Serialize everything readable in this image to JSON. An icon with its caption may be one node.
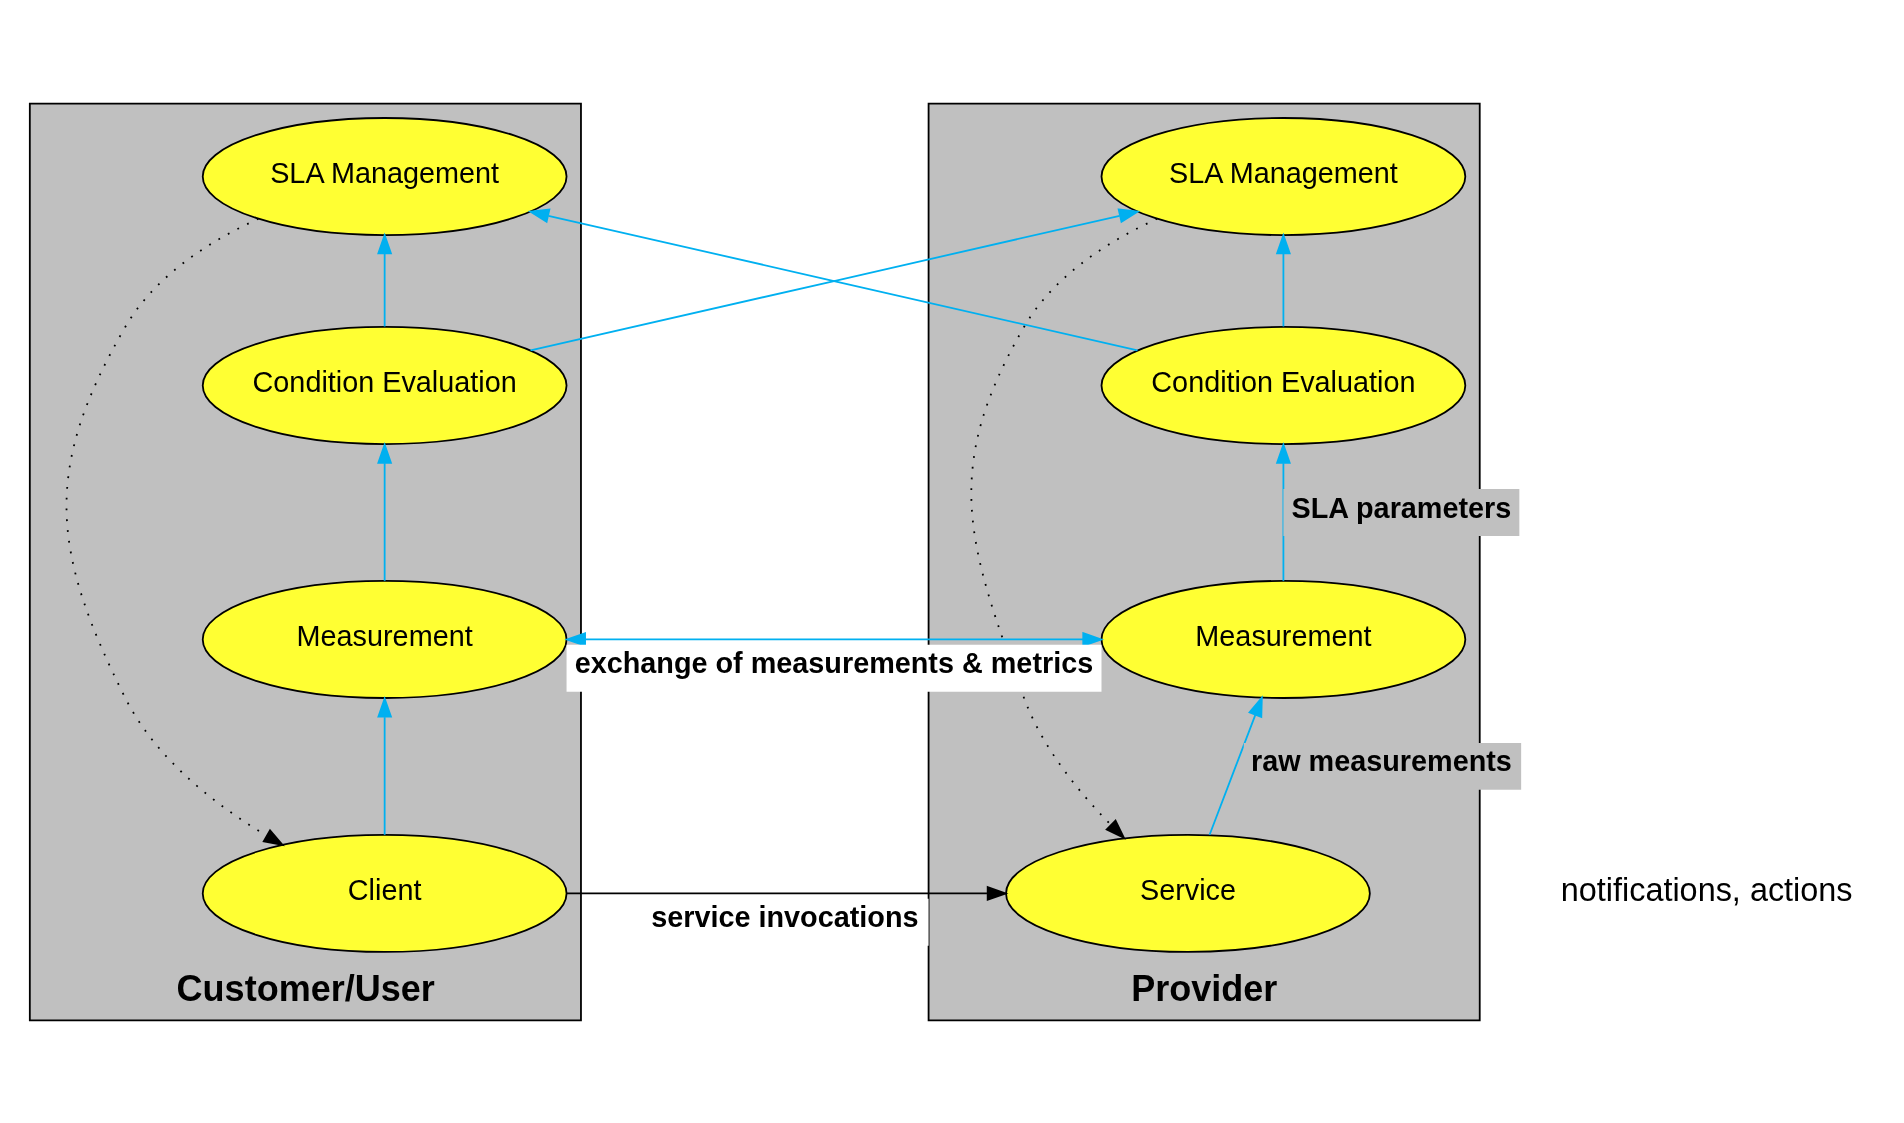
{
  "diagram": {
    "nodes": [
      {
        "text": [
          "Customer/User"
        ]
      },
      {
        "text": [
          "SLA Management"
        ],
        "in": 0
      },
      {
        "text": [
          "Condition Evaluation"
        ],
        "in": 0
      },
      {
        "text": [
          "Measurement"
        ],
        "in": 0
      },
      {
        "text": [
          "Client"
        ],
        "in": 0
      },
      {
        "text": [
          "Provider"
        ]
      },
      {
        "text": [
          "SLA Management"
        ],
        "in": 5
      },
      {
        "text": [
          "Condition Evaluation"
        ],
        "in": 5
      },
      {
        "text": [
          "Measurement"
        ],
        "in": 5
      },
      {
        "text": [
          "Service"
        ],
        "in": 5
      }
    ],
    "edges": [
      {
        "from": 4,
        "to": 3,
        "arrow": "to"
      },
      {
        "from": 3,
        "to": 2,
        "arrow": "to"
      },
      {
        "from": 2,
        "to": 1,
        "arrow": "to"
      },
      {
        "from": 9,
        "to": 8,
        "arrow": "to",
        "label": "raw measurements"
      },
      {
        "from": 8,
        "to": 7,
        "arrow": "to",
        "label": "SLA parameters"
      },
      {
        "from": 7,
        "to": 6,
        "arrow": "to"
      },
      {
        "from": 2,
        "to": 6,
        "arrow": "to"
      },
      {
        "from": 7,
        "to": 1,
        "arrow": "to"
      },
      {
        "from": 3,
        "to": 8,
        "arrow": "both",
        "label": "exchange of measurements & metrics"
      },
      {
        "from": 4,
        "to": 9,
        "arrow": "to",
        "label": "service invocations",
        "color": "#000000"
      },
      {
        "from": 1,
        "to": 4,
        "arrow": "to",
        "style": "dashed",
        "color": "#000000"
      },
      {
        "from": 6,
        "to": 9,
        "arrow": "to",
        "style": "dashed",
        "color": "#000000"
      }
    ],
    "labels": [
      "notifications, actions"
    ]
  }
}
